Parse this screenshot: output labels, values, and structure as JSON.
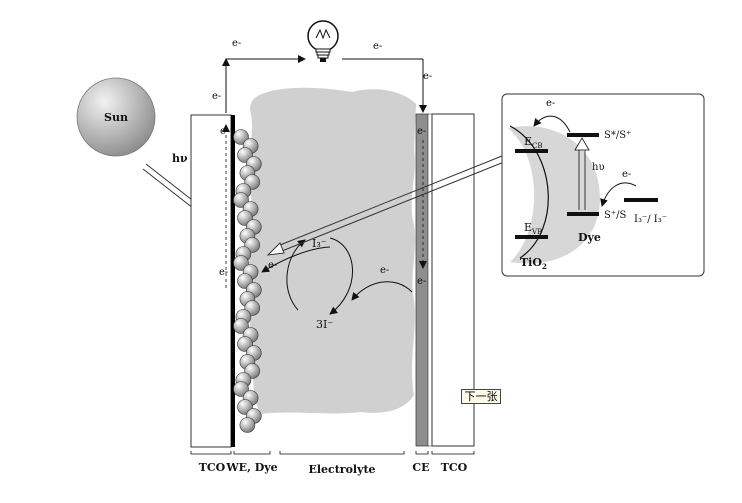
{
  "labels": {
    "sun": "Sun",
    "hv": "hν",
    "e_minus": "e-",
    "i3_minus": "I₃⁻",
    "three_i_minus": "3I⁻",
    "bottom_tco_left": "TCO",
    "bottom_we_dye": "WE, Dye",
    "bottom_electrolyte": "Electrolyte",
    "bottom_ce": "CE",
    "bottom_tco_right": "TCO"
  },
  "inset": {
    "e_cb": "E",
    "e_cb_sub": "CB",
    "e_vb": "E",
    "e_vb_sub": "VB",
    "tio2": "TiO",
    "tio2_sub": "2",
    "excited": "S*/S⁺",
    "ground": "S⁺/S",
    "h_upsilon": "hυ",
    "dye": "Dye",
    "redox": "I₃⁻/ I₃⁻",
    "e_minus": "e-"
  },
  "next_button": "下一张"
}
